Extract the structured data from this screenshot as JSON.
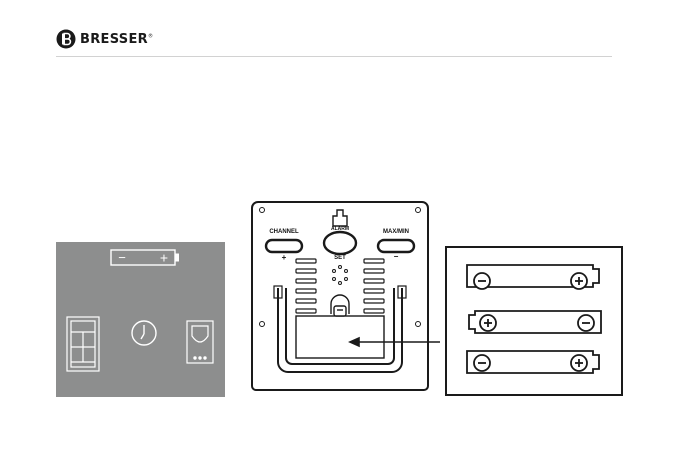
{
  "header": {
    "brand": "BRESSER",
    "registered_mark": "®"
  },
  "panel": {
    "battery_minus": "−",
    "battery_plus": "+"
  },
  "device": {
    "buttons": {
      "channel": "CHANNEL",
      "channel_symbol": "+",
      "alarm": "ALARM",
      "set": "SET",
      "maxmin": "MAX/MIN",
      "maxmin_symbol": "−"
    }
  },
  "battery_compartment": {
    "cells": [
      {
        "left": "−",
        "right": "+"
      },
      {
        "left": "+",
        "right": "−"
      },
      {
        "left": "−",
        "right": "+"
      }
    ]
  },
  "colors": {
    "panel": "#8d8e8e",
    "ink": "#1a1a1a",
    "rule": "#d2d2d2"
  }
}
